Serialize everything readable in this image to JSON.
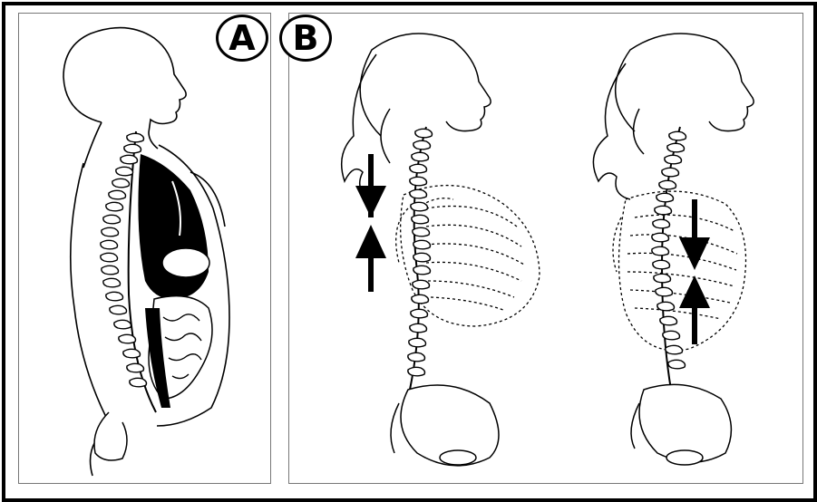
{
  "labels": {
    "panel_a": "A",
    "panel_b": "B"
  },
  "colors": {
    "ink": "#000000",
    "paper": "#ffffff",
    "panel_border": "#777777"
  },
  "figures": [
    {
      "id": "a",
      "description_icon": "spine-torso-icon"
    },
    {
      "id": "b1",
      "description_icon": "spine-ribcage-dotted-icon",
      "arrow_direction": "converging-vertical"
    },
    {
      "id": "b2",
      "description_icon": "spine-ribcage-dotted-icon",
      "arrow_direction": "converging-vertical"
    }
  ]
}
